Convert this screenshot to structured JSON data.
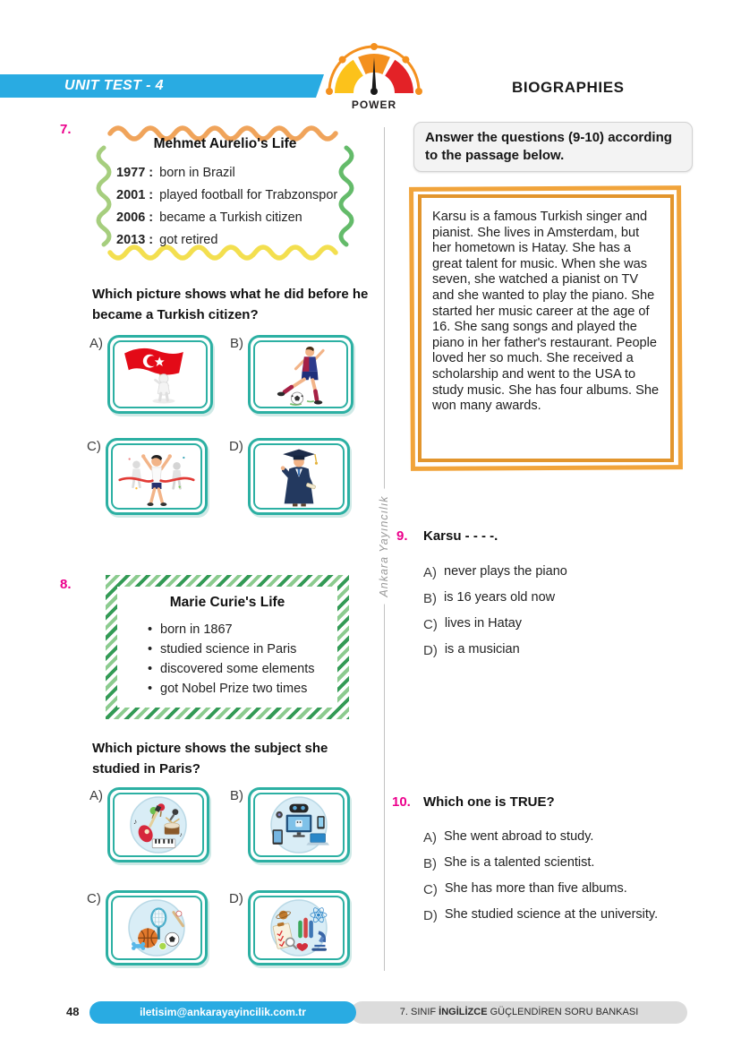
{
  "header": {
    "banner": "UNIT TEST - 4",
    "gauge_label": "POWER",
    "page_title": "BIOGRAPHIES"
  },
  "colors": {
    "banner_blue": "#29abe2",
    "question_pink": "#ec008c",
    "teal_border": "#2cb0a3",
    "passage_orange": "#f1a43b",
    "gauge_yellow": "#fcc21b",
    "gauge_orange": "#f4901e",
    "gauge_red": "#e32227"
  },
  "q7": {
    "number": "7.",
    "box_title": "Mehmet Aurelio's Life",
    "timeline": [
      {
        "year": "1977 :",
        "event": "born in Brazil"
      },
      {
        "year": "2001 :",
        "event": "played football for Trabzonspor"
      },
      {
        "year": "2006 :",
        "event": "became a Turkish citizen"
      },
      {
        "year": "2013 :",
        "event": "got retired"
      }
    ],
    "question": "Which picture shows what he did before he became a Turkish citizen?",
    "options": [
      {
        "label": "A)",
        "image": "man-waving-turkish-flag"
      },
      {
        "label": "B)",
        "image": "footballer-kicking-ball"
      },
      {
        "label": "C)",
        "image": "runner-crossing-finish-line"
      },
      {
        "label": "D)",
        "image": "graduate-in-cap-and-gown"
      }
    ]
  },
  "q8": {
    "number": "8.",
    "box_title": "Marie Curie's Life",
    "bullets": [
      "born in 1867",
      "studied science in Paris",
      "discovered some elements",
      "got Nobel Prize two times"
    ],
    "question": "Which picture shows the subject she studied in Paris?",
    "options": [
      {
        "label": "A)",
        "image": "music-instruments"
      },
      {
        "label": "B)",
        "image": "technology-devices"
      },
      {
        "label": "C)",
        "image": "sports-equipment"
      },
      {
        "label": "D)",
        "image": "science-equipment"
      }
    ]
  },
  "right": {
    "instruction": "Answer the questions (9-10) according to the passage below.",
    "passage": "Karsu is a famous Turkish singer and pianist. She lives in Amsterdam, but her hometown is Hatay. She has a great talent for music. When she was seven, she watched a pianist on TV and she wanted to play the piano. She started her music career at the age of 16. She sang songs and played the piano in her father's restaurant. People loved her so much. She received a scholarship and went to the USA to study music. She has four albums. She won many awards.",
    "q9": {
      "number": "9.",
      "question": "Karsu - - - -.",
      "options": [
        {
          "label": "A)",
          "text": "never plays the piano"
        },
        {
          "label": "B)",
          "text": "is 16 years old now"
        },
        {
          "label": "C)",
          "text": "lives in Hatay"
        },
        {
          "label": "D)",
          "text": "is a musician"
        }
      ]
    },
    "q10": {
      "number": "10.",
      "question": "Which one is TRUE?",
      "options": [
        {
          "label": "A)",
          "text": "She went abroad to study."
        },
        {
          "label": "B)",
          "text": "She is a talented scientist."
        },
        {
          "label": "C)",
          "text": "She has more than five albums."
        },
        {
          "label": "D)",
          "text": "She studied science at the university."
        }
      ]
    }
  },
  "watermark": "Ankara Yayıncılık",
  "footer": {
    "page_number": "48",
    "email": "iletisim@ankarayayincilik.com.tr",
    "right_part1": "7. SINIF ",
    "right_part2": "İNGİLİZCE",
    "right_part3": " GÜÇLENDİREN SORU BANKASI"
  }
}
